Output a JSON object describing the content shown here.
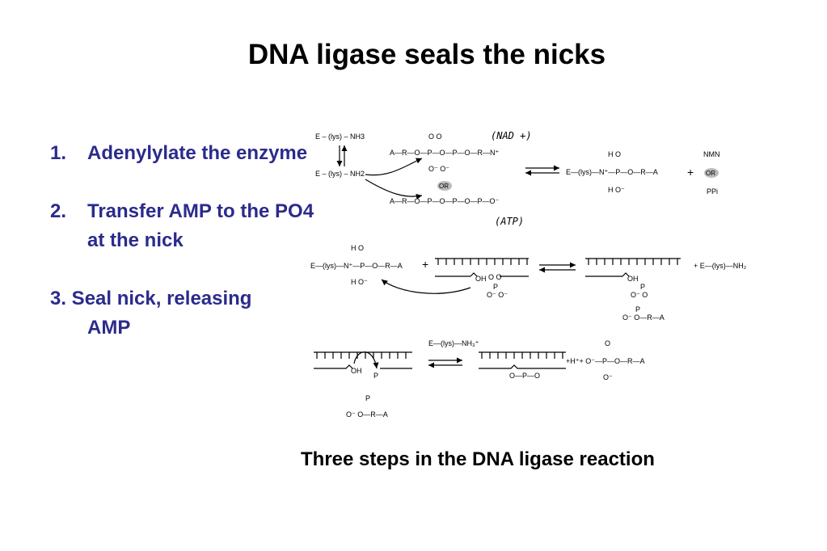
{
  "title": "DNA ligase seals the nicks",
  "steps": [
    {
      "num": "1.",
      "text": "Adenylylate the enzyme"
    },
    {
      "num": "2.",
      "text": "Transfer AMP to the PO4 at the nick"
    },
    {
      "line1": "3. Seal nick, releasing",
      "line2": "AMP"
    }
  ],
  "caption": "Three steps in the DNA ligase reaction",
  "figure": {
    "enzyme_lys_nh3": "E – (lys) – NH3",
    "enzyme_lys_nh2": "E – (lys) – NH2",
    "nad_note": "(NAD +)",
    "atp_note": "(ATP)",
    "nmn": "NMN",
    "ppi": "PPi",
    "or": "OR"
  }
}
